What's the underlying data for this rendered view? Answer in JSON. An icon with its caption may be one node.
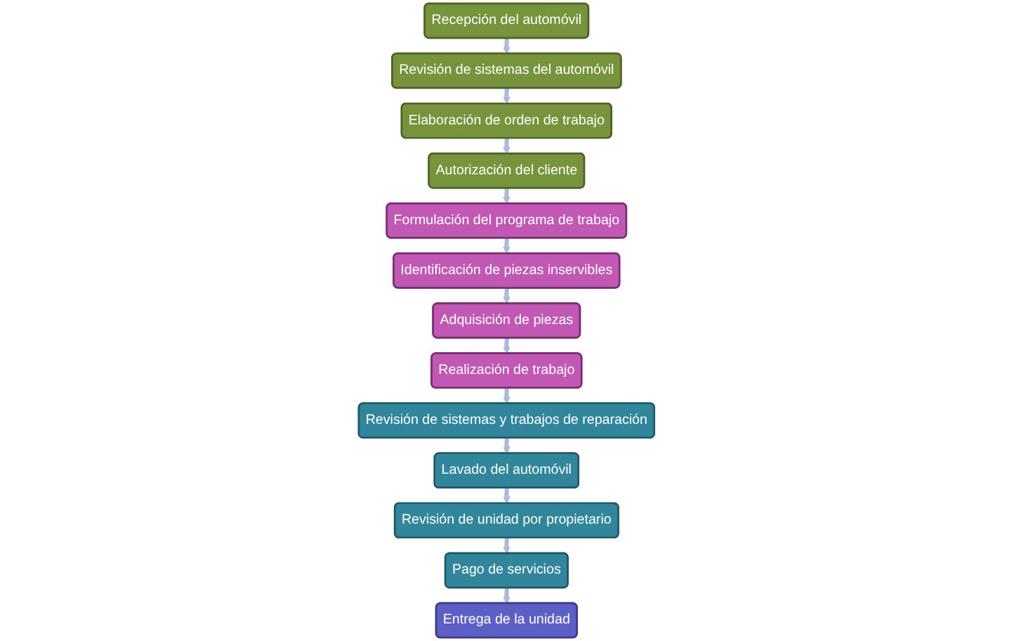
{
  "diagram": {
    "nodes": [
      {
        "text": [
          "Recepción del automóvil"
        ]
      },
      {
        "text": [
          "Revisión de sistemas del automóvil"
        ]
      },
      {
        "text": [
          "Elaboración de orden de trabajo"
        ]
      },
      {
        "text": [
          "Autorización del cliente"
        ]
      },
      {
        "text": [
          "Formulación del programa de trabajo"
        ]
      },
      {
        "text": [
          "Identificación de piezas inservibles"
        ]
      },
      {
        "text": [
          "Adquisición de piezas"
        ]
      },
      {
        "text": [
          "Realización de trabajo"
        ]
      },
      {
        "text": [
          "Revisión de sistemas y trabajos de reparación"
        ]
      },
      {
        "text": [
          "Lavado del automóvil"
        ]
      },
      {
        "text": [
          "Revisión de unidad por propietario"
        ]
      },
      {
        "text": [
          "Pago de servicios"
        ]
      },
      {
        "text": [
          "Entrega de la unidad"
        ]
      }
    ],
    "edges": [
      {
        "from": 0,
        "to": 1,
        "arrow": "to"
      },
      {
        "from": 1,
        "to": 2,
        "arrow": "to"
      },
      {
        "from": 2,
        "to": 3,
        "arrow": "to"
      },
      {
        "from": 3,
        "to": 4,
        "arrow": "to"
      },
      {
        "from": 4,
        "to": 5,
        "arrow": "to"
      },
      {
        "from": 5,
        "to": 6,
        "arrow": "to"
      },
      {
        "from": 6,
        "to": 7,
        "arrow": "to"
      },
      {
        "from": 7,
        "to": 8,
        "arrow": "to"
      },
      {
        "from": 8,
        "to": 9,
        "arrow": "to"
      },
      {
        "from": 9,
        "to": 10,
        "arrow": "to"
      },
      {
        "from": 10,
        "to": 11,
        "arrow": "to"
      },
      {
        "from": 11,
        "to": 12,
        "arrow": "to"
      }
    ]
  }
}
